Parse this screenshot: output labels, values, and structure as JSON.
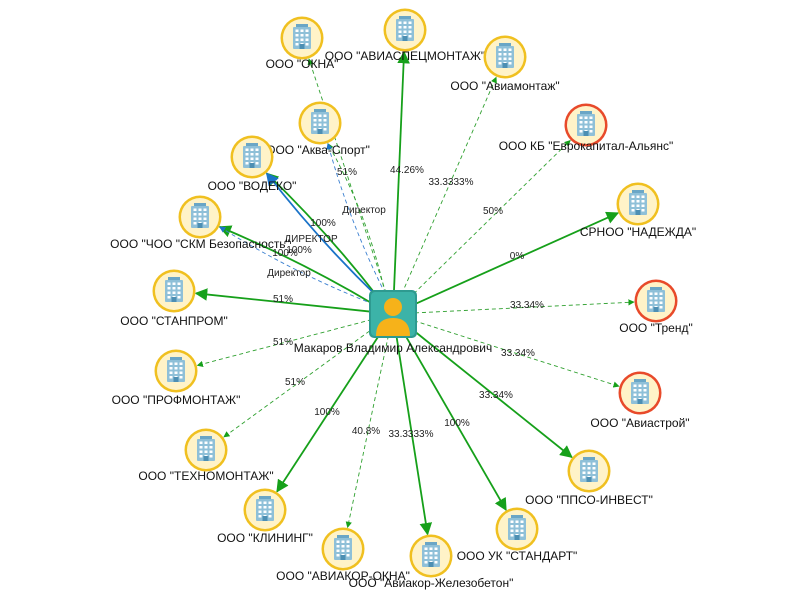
{
  "colors": {
    "solid": "#16a01a",
    "dashed": "#2fa02f",
    "blue_solid": "#1a73c8",
    "blue_dashed": "#3a7fd0",
    "company_ring": "#f0c020",
    "company_ring_red": "#e84a2a",
    "building": "#8fc0d8",
    "person_bg": "#3cb3a8",
    "person_figure": "#f6b21a"
  },
  "center": {
    "id": "person",
    "label": "Макаров Владимир Александрович",
    "icon": "person-icon"
  },
  "nodes": [
    {
      "id": "okna",
      "label": "ООО \"ОКНА\"",
      "icon": "building-icon"
    },
    {
      "id": "aviaspec",
      "label": "ООО \"АВИАСПЕЦМОНТАЖ\"",
      "icon": "building-icon"
    },
    {
      "id": "aviamontazh",
      "label": "ООО \"Авиамонтаж\"",
      "icon": "building-icon"
    },
    {
      "id": "akva",
      "label": "ООО \"Аква-Спорт\"",
      "icon": "building-icon"
    },
    {
      "id": "kb",
      "label": "ООО КБ \"Еврокапитал-Альянс\"",
      "icon": "building-icon",
      "status": "red"
    },
    {
      "id": "vodeko",
      "label": "ООО \"ВОДЕКО\"",
      "icon": "building-icon"
    },
    {
      "id": "nadezhda",
      "label": "СРНОО \"НАДЕЖДА\"",
      "icon": "building-icon"
    },
    {
      "id": "chop",
      "label": "ООО \"ЧОО \"СКМ Безопасность\"",
      "icon": "building-icon"
    },
    {
      "id": "stanprom",
      "label": "ООО \"СТАНПРОМ\"",
      "icon": "building-icon"
    },
    {
      "id": "trend",
      "label": "ООО \"Тренд\"",
      "icon": "building-icon",
      "status": "red"
    },
    {
      "id": "profmontazh",
      "label": "ООО \"ПРОФМОНТАЖ\"",
      "icon": "building-icon"
    },
    {
      "id": "aviastroy",
      "label": "ООО \"Авиастрой\"",
      "icon": "building-icon",
      "status": "red"
    },
    {
      "id": "tekhnomontazh",
      "label": "ООО \"ТЕХНОМОНТАЖ\"",
      "icon": "building-icon"
    },
    {
      "id": "ppso",
      "label": "ООО \"ППСО-ИНВЕСТ\"",
      "icon": "building-icon"
    },
    {
      "id": "klining",
      "label": "ООО \"КЛИНИНГ\"",
      "icon": "building-icon"
    },
    {
      "id": "standart",
      "label": "ООО УК \"СТАНДАРТ\"",
      "icon": "building-icon"
    },
    {
      "id": "aviakor_okna",
      "label": "ООО \"АВИАКОР-ОКНА\"",
      "icon": "building-icon"
    },
    {
      "id": "aviakor_zhb",
      "label": "ООО \"Авиакор-Железобетон\"",
      "icon": "building-icon"
    }
  ],
  "edges": [
    {
      "to": "okna",
      "label": "",
      "style": "dashed"
    },
    {
      "to": "aviaspec",
      "label": "44.26%",
      "style": "solid"
    },
    {
      "to": "aviamontazh",
      "label": "33.3333%",
      "style": "dashed"
    },
    {
      "to": "akva",
      "label": "51%",
      "style": "dashed"
    },
    {
      "to": "akva",
      "label": "Директор",
      "style": "blue-dashed"
    },
    {
      "to": "kb",
      "label": "50%",
      "style": "dashed"
    },
    {
      "to": "vodeko",
      "label": "100%",
      "style": "solid"
    },
    {
      "to": "vodeko",
      "label": "ДИРЕКТОР",
      "style": "blue-solid"
    },
    {
      "to": "nadezhda",
      "label": "0%",
      "style": "solid"
    },
    {
      "to": "chop",
      "label": "100%",
      "style": "solid"
    },
    {
      "to": "chop",
      "label": "Директор",
      "style": "blue-dashed"
    },
    {
      "to": "stanprom",
      "label": "51%",
      "style": "solid"
    },
    {
      "to": "trend",
      "label": "33.34%",
      "style": "dashed"
    },
    {
      "to": "profmontazh",
      "label": "51%",
      "style": "dashed"
    },
    {
      "to": "aviastroy",
      "label": "33.34%",
      "style": "dashed"
    },
    {
      "to": "tekhnomontazh",
      "label": "51%",
      "style": "dashed"
    },
    {
      "to": "ppso",
      "label": "33.34%",
      "style": "solid"
    },
    {
      "to": "klining",
      "label": "100%",
      "style": "solid"
    },
    {
      "to": "standart",
      "label": "100%",
      "style": "solid"
    },
    {
      "to": "aviakor_okna",
      "label": "40.8%",
      "style": "dashed"
    },
    {
      "to": "aviakor_zhb",
      "label": "33.3333%",
      "style": "solid"
    }
  ],
  "extra_labels": [
    "100%"
  ]
}
